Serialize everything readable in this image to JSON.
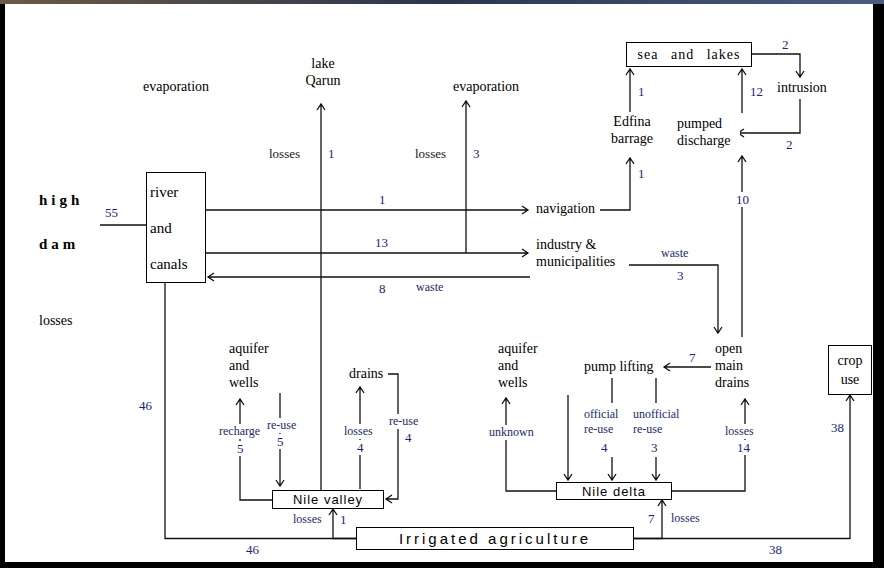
{
  "diagram": {
    "nodes": [
      {
        "text": [
          "river and canals"
        ]
      },
      {
        "text": [
          "sea and lakes"
        ]
      },
      {
        "text": [
          "crop use"
        ]
      },
      {
        "text": [
          "Nile valley"
        ]
      },
      {
        "text": [
          "Nile delta"
        ]
      },
      {
        "text": [
          "Irrigated agriculture"
        ]
      }
    ],
    "edges": [
      {
        "from": 0,
        "to": 5,
        "label": "46",
        "arrow": "none"
      },
      {
        "from": 5,
        "to": 3,
        "label": "1",
        "arrow": "to"
      },
      {
        "from": 5,
        "to": 4,
        "label": "7",
        "arrow": "to"
      },
      {
        "from": 5,
        "to": 2,
        "label": "38",
        "arrow": "to"
      }
    ],
    "labels": [
      "high dam",
      "55",
      "losses",
      "evaporation",
      "lake Qarun",
      "losses",
      "1",
      "evaporation",
      "losses",
      "3",
      "1",
      "navigation",
      "13",
      "industry & municipalities",
      "8",
      "waste",
      "Edfina barrage",
      "1",
      "1",
      "2",
      "intrusion",
      "2",
      "12",
      "pumped discharge",
      "10",
      "waste",
      "3",
      "open main drains",
      "7",
      "pump lifting",
      "aquifer and wells",
      "recharge",
      "5",
      "re-use",
      "5",
      "drains",
      "losses",
      "4",
      "re-use",
      "4",
      "aquifer and wells",
      "unknown",
      "official re-use",
      "4",
      "unofficial re-use",
      "3",
      "losses",
      "14",
      "46",
      "losses",
      "losses",
      "38"
    ]
  }
}
